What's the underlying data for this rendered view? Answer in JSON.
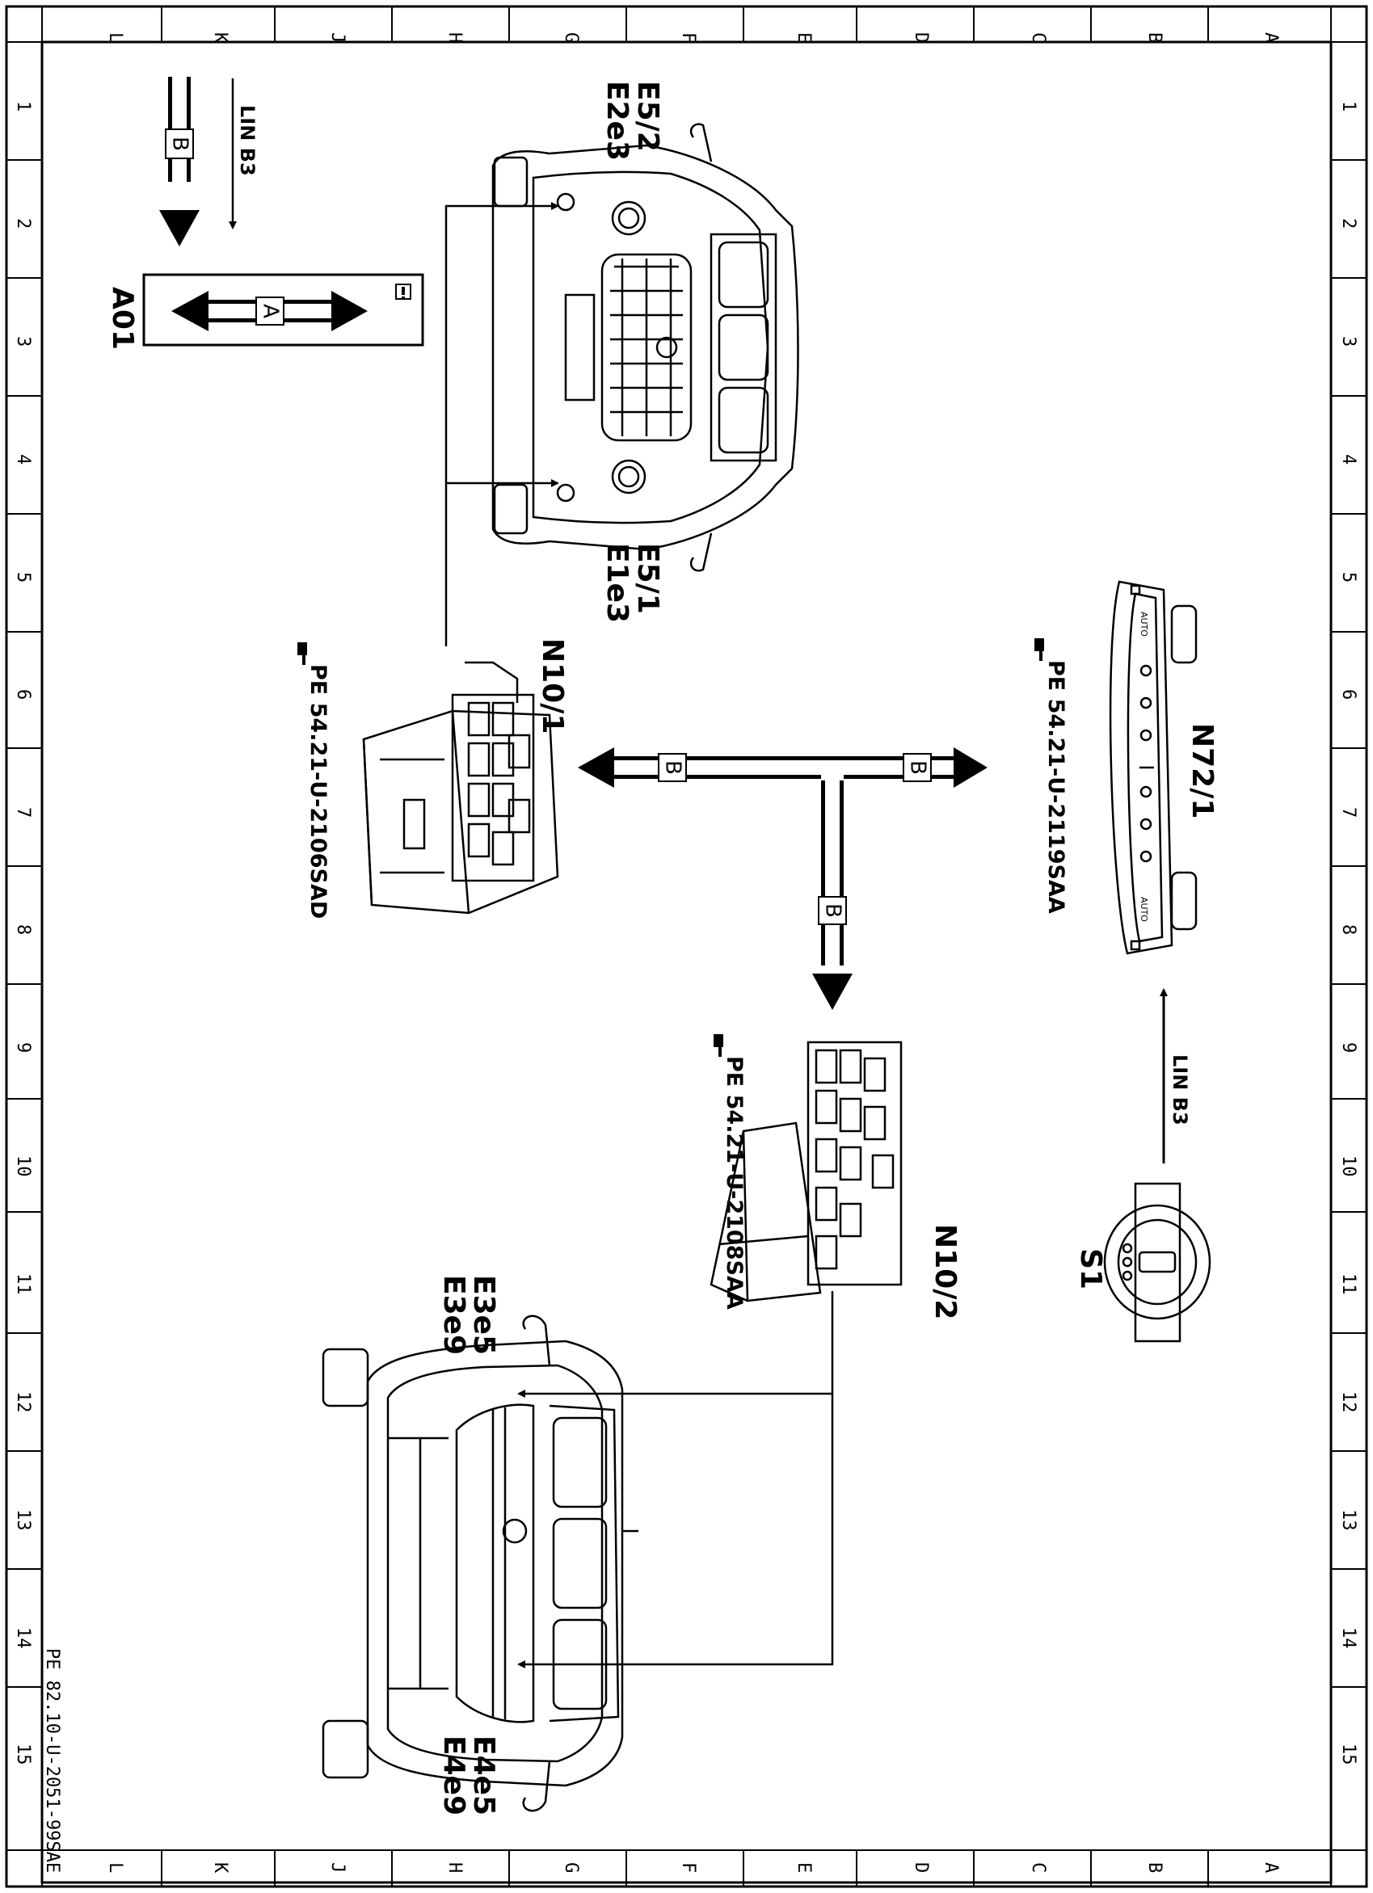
{
  "grid": {
    "letters": [
      "L",
      "K",
      "J",
      "H",
      "G",
      "F",
      "E",
      "D",
      "C",
      "B",
      "A"
    ],
    "numbers": [
      "1",
      "2",
      "3",
      "4",
      "5",
      "6",
      "7",
      "8",
      "9",
      "10",
      "11",
      "12",
      "13",
      "14",
      "15"
    ]
  },
  "components": {
    "e5_2": "E5/2",
    "e2e3": "E2e3",
    "e5_1": "E5/1",
    "e1e3": "E1e3",
    "n10_1": "N10/1",
    "n10_1_ref": "PE 54.21-U-2106SAD",
    "n72_1": "N72/1",
    "n72_1_ref": "PE 54.21-U-2119SAA",
    "n10_2": "N10/2",
    "n10_2_ref": "PE 54.21-U-2108SAA",
    "s1": "S1",
    "e3e5": "E3e5",
    "e3e9": "E3e9",
    "e4e5": "E4e5",
    "e4e9": "E4e9"
  },
  "legend": {
    "title": "A01",
    "a_box": "A",
    "b_box": "B",
    "info_icon": "info-icon",
    "lin_label": "LIN  B3"
  },
  "bus": {
    "box_label": "B",
    "lin_label": "LIN  B3"
  },
  "panel_text": {
    "auto_left": "AUTO",
    "auto_right": "AUTO"
  },
  "doc_id": "PE 82.10-U-2051-99SAE"
}
